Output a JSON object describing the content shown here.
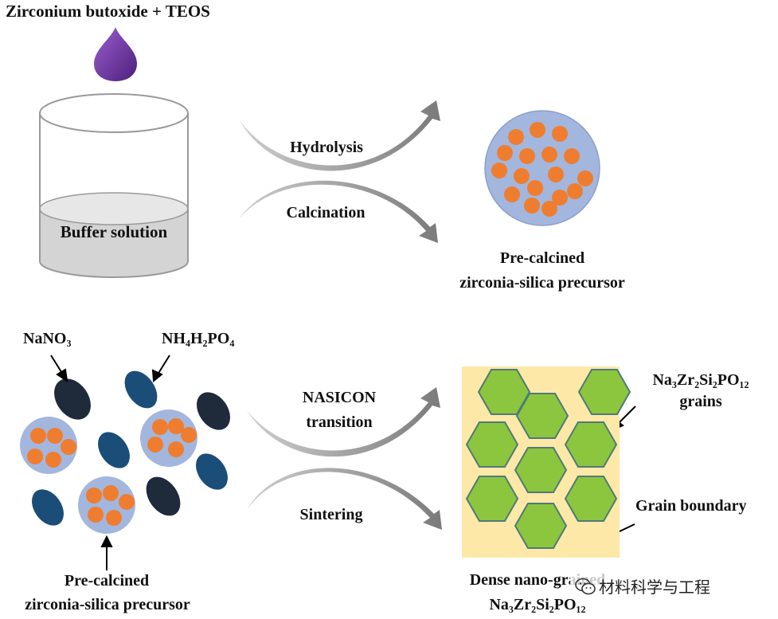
{
  "top": {
    "reagent_label": "Zirconium butoxide + TEOS",
    "beaker_label": "Buffer solution",
    "arrow_upper_label": "Hydrolysis",
    "arrow_lower_label": "Calcination",
    "product_label_line1": "Pre-calcined",
    "product_label_line2": "zirconia-silica precursor"
  },
  "bottom": {
    "reagent1_label": "NaNO₃",
    "reagent2_label": "NH₄H₂PO₄",
    "precursor_label_line1": "Pre-calcined",
    "precursor_label_line2": "zirconia-silica precursor",
    "arrow_upper_label_line1": "NASICON",
    "arrow_upper_label_line2": "transition",
    "arrow_lower_label": "Sintering",
    "grains_label_line1": "Na₃Zr₂Si₂PO₁₂",
    "grains_label_line2": "grains",
    "boundary_label": "Grain boundary",
    "product_label_line1": "Dense nano-grained",
    "product_label_line2": "Na₃Zr₂Si₂PO₁₂"
  },
  "watermark": {
    "text": "材料科学与工程",
    "icon": "wechat-icon"
  },
  "colors": {
    "droplet": "#6b2f9e",
    "particle_matrix": "#a3b6dd",
    "nanoparticle": "#ef7d30",
    "nano3_ellipse": "#1f2a3a",
    "nh4h2po4_ellipse": "#1b4d79",
    "grain_fill": "#8cc63f",
    "grain_edge": "#4f7a78",
    "boundary_bg": "#fde8a8",
    "arrow": "#8c8c8c",
    "solution": "#d4d4d4"
  }
}
